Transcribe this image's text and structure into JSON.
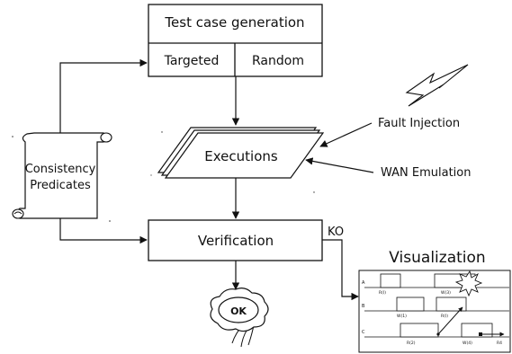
{
  "boxes": {
    "test_case_generation": "Test case generation",
    "targeted": "Targeted",
    "random": "Random",
    "executions": "Executions",
    "verification": "Verification",
    "ok": "OK"
  },
  "labels": {
    "fault_injection": "Fault Injection",
    "wan_emulation": "WAN Emulation",
    "ko": "KO",
    "visualization": "Visualization",
    "consistency_line1": "Consistency",
    "consistency_line2": "Predicates"
  },
  "timeline": {
    "row_labels": [
      "A",
      "B",
      "C"
    ],
    "event_labels": [
      "R(I)",
      "W(3)",
      "W(1)",
      "R(I)",
      "R(2)",
      "W(4)",
      "R4"
    ]
  },
  "icons": {
    "lightning": "lightning-bolt-icon",
    "scroll": "scroll-icon",
    "badge": "seal-badge-icon",
    "burst": "explosion-burst-icon"
  },
  "colors": {
    "stroke": "#111111",
    "fill": "#ffffff"
  }
}
